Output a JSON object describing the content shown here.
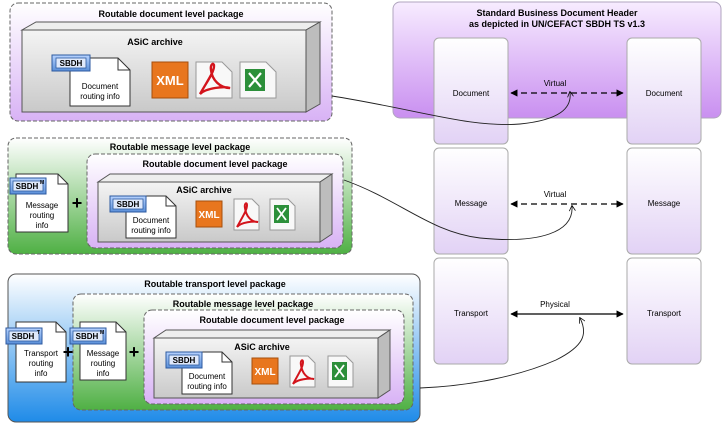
{
  "header": {
    "title": "Standard Business Document Header",
    "subtitle": "as depicted in UN/CEFACT SBDH TS v1.3"
  },
  "packages": {
    "document": "Routable document level package",
    "message": "Routable message level package",
    "transport": "Routable transport level package",
    "asic": "ASiC archive"
  },
  "tags": {
    "sbdh": "SBDH",
    "sbdh_m": "SBDH",
    "sbdh_t": "SBDH",
    "sup_m": "M",
    "sup_t": "T",
    "plus": "+"
  },
  "routing": {
    "document_line1": "Document",
    "document_line2": "routing info",
    "message_line1": "Message",
    "message_line2": "routing",
    "message_line3": "info",
    "transport_line1": "Transport",
    "transport_line2": "routing",
    "transport_line3": "info"
  },
  "icons": {
    "xml": "XML",
    "pdf_icon": "pdf-icon",
    "excel_icon": "excel-icon"
  },
  "layers": {
    "document": "Document",
    "message": "Message",
    "transport": "Transport"
  },
  "links": {
    "virtual": "Virtual",
    "physical": "Physical"
  },
  "colors": {
    "purple": "#e4c8f7",
    "green": "#5fbf52",
    "blue": "#2a8ee6",
    "sbdh_blue": "#5a8fd8",
    "xml_orange": "#e8761e",
    "pdf_red": "#d3141c",
    "excel_green": "#2c8f3a"
  }
}
